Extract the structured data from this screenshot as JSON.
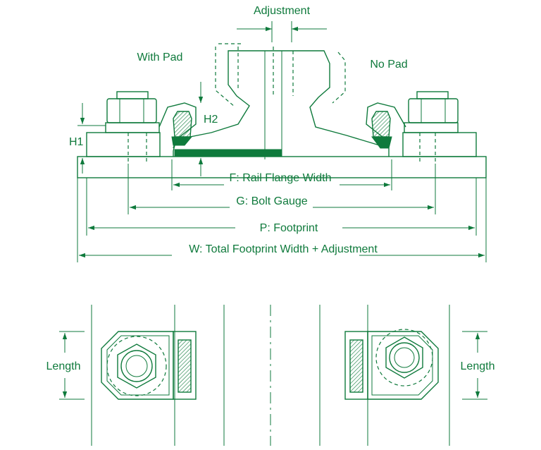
{
  "labels": {
    "adjustment": "Adjustment",
    "with_pad": "With Pad",
    "no_pad": "No Pad",
    "h1": "H1",
    "h2": "H2",
    "f": "F: Rail Flange Width",
    "g": "G: Bolt Gauge",
    "p": "P: Footprint",
    "w": "W: Total Footprint Width + Adjustment",
    "length_left": "Length",
    "length_right": "Length"
  },
  "colors": {
    "line": "#0f7a3c",
    "background": "#ffffff"
  }
}
